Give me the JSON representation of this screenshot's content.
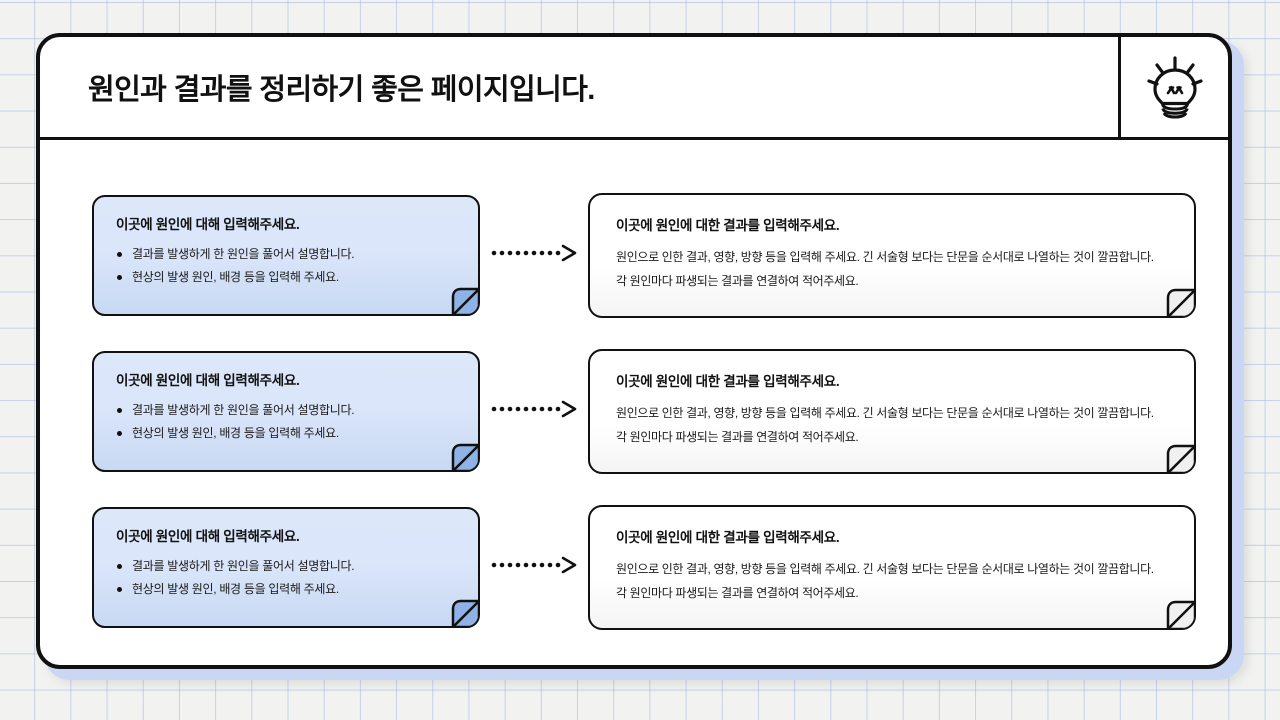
{
  "header": {
    "title": "원인과 결과를 정리하기 좋은 페이지입니다.",
    "icon": "lightbulb-icon"
  },
  "theme": {
    "page_background": "#f2f3f1",
    "grid_line": "#a0b4e2",
    "frame_border": "#111111",
    "frame_shadow_blue": "#c9d7f4",
    "cause_card_fill_top": "#dce7fa",
    "cause_card_fill_bottom": "#c8d9f3",
    "cause_fold_fill": "#8fb3e6",
    "effect_card_fill": "#ffffff",
    "effect_fold_fill": "#f0f0f0",
    "text": "#111111"
  },
  "connector": {
    "style": "dotted-arrow",
    "icon": "arrow-right-dotted-icon",
    "dot_count": 11
  },
  "rows": [
    {
      "cause": {
        "title": "이곳에 원인에 대해 입력해주세요.",
        "bullets": [
          "결과를 발생하게 한 원인을 풀어서 설명합니다.",
          "현상의 발생 원인, 배경 등을 입력해 주세요."
        ]
      },
      "effect": {
        "title": "이곳에 원인에 대한 결과를 입력해주세요.",
        "body": "원인으로 인한 결과, 영향, 방향 등을 입력해 주세요. 긴 서술형 보다는 단문을 순서대로 나열하는 것이 깔끔합니다. 각 원인마다 파생되는 결과를 연결하여 적어주세요."
      }
    },
    {
      "cause": {
        "title": "이곳에 원인에 대해 입력해주세요.",
        "bullets": [
          "결과를 발생하게 한 원인을 풀어서 설명합니다.",
          "현상의 발생 원인, 배경 등을 입력해 주세요."
        ]
      },
      "effect": {
        "title": "이곳에 원인에 대한 결과를 입력해주세요.",
        "body": "원인으로 인한 결과, 영향, 방향 등을 입력해 주세요. 긴 서술형 보다는 단문을 순서대로 나열하는 것이 깔끔합니다. 각 원인마다 파생되는 결과를 연결하여 적어주세요."
      }
    },
    {
      "cause": {
        "title": "이곳에 원인에 대해 입력해주세요.",
        "bullets": [
          "결과를 발생하게 한 원인을 풀어서 설명합니다.",
          "현상의 발생 원인, 배경 등을 입력해 주세요."
        ]
      },
      "effect": {
        "title": "이곳에 원인에 대한 결과를 입력해주세요.",
        "body": "원인으로 인한 결과, 영향, 방향 등을 입력해 주세요. 긴 서술형 보다는 단문을 순서대로 나열하는 것이 깔끔합니다. 각 원인마다 파생되는 결과를 연결하여 적어주세요."
      }
    }
  ]
}
